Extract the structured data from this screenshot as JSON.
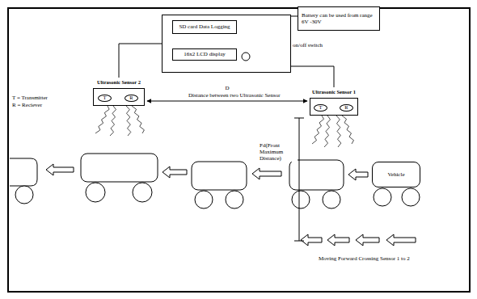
{
  "diagram": {
    "nodes": [
      {
        "text": [
          "on/off switch"
        ]
      },
      {
        "text": [
          "SD card Data Logging"
        ],
        "in": 0
      },
      {
        "text": [
          "16x2 LCD display"
        ],
        "in": 0
      },
      {
        "text": [
          "Battery can be used from range 6V -30V"
        ]
      },
      {
        "text": [
          "Ultrasonic Sensor 2"
        ]
      },
      {
        "text": [
          "T"
        ],
        "in": 4
      },
      {
        "text": [
          "R"
        ],
        "in": 4
      },
      {
        "text": [
          "Ultrasonic Sensor 1"
        ]
      },
      {
        "text": [
          "T"
        ],
        "in": 7
      },
      {
        "text": [
          "R"
        ],
        "in": 7
      },
      {
        "text": [
          "Vehicle"
        ]
      }
    ],
    "edges": [
      {
        "from": 0,
        "to": 3,
        "arrow": "none"
      },
      {
        "from": 0,
        "to": 4,
        "arrow": "none"
      },
      {
        "from": 0,
        "to": 7,
        "arrow": "none"
      },
      {
        "from": 4,
        "to": 7,
        "label": "D",
        "arrow": "both"
      }
    ],
    "labels": [
      "T = Transmitter",
      "R = Reciever",
      "Distance between two Ultrasonic Sensor",
      "Fd(Front Maximum Distance)",
      "Moving Forward Crossing Sensor 1 to 2"
    ]
  }
}
